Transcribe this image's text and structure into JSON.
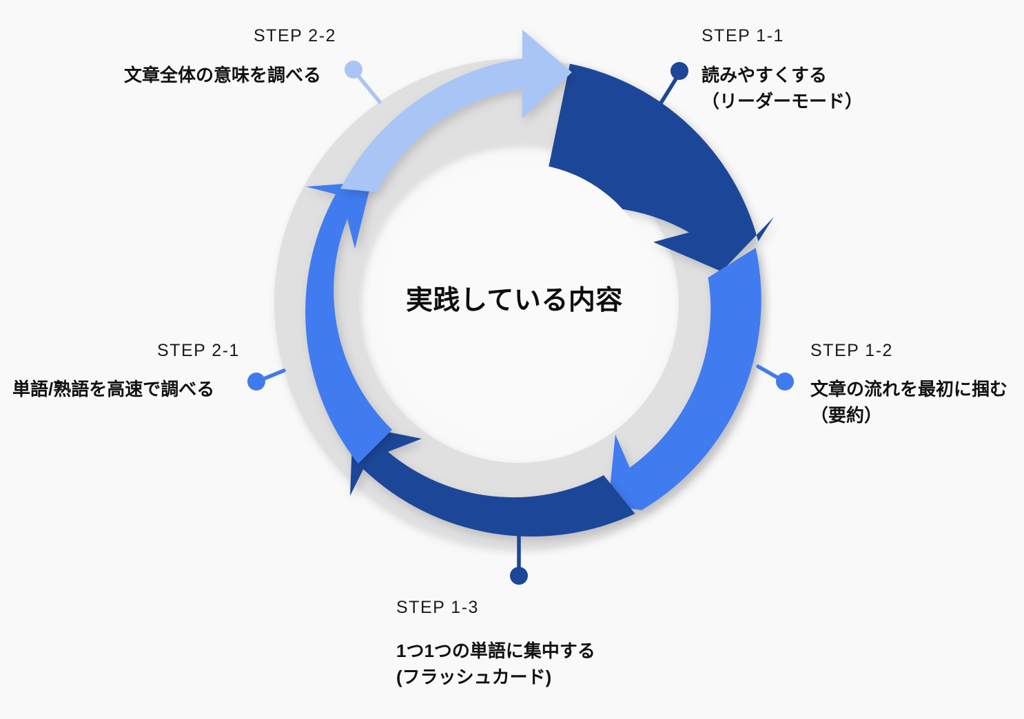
{
  "diagram": {
    "center_label": "実践している内容",
    "background_color": "#f9f9f9",
    "ring_track_color": "#e0e0e0",
    "colors": {
      "dark_blue": "#1b4699",
      "medium_blue": "#3f7bef",
      "light_blue": "#a9c5f5"
    },
    "steps": [
      {
        "id": "step-1-1",
        "title": "STEP  1-1",
        "desc_line1": "読みやすくする",
        "desc_line2": "（リーダーモード）",
        "color": "#1b4699",
        "marker": "connector-dot"
      },
      {
        "id": "step-1-2",
        "title": "STEP  1-2",
        "desc_line1": "文章の流れを最初に掴む",
        "desc_line2": "（要約）",
        "color": "#3f7bef",
        "marker": "connector-dot"
      },
      {
        "id": "step-1-3",
        "title": "STEP  1-3",
        "desc_line1": "1つ1つの単語に集中する",
        "desc_line2": "(フラッシュカード)",
        "color": "#1b4699",
        "marker": "connector-dot"
      },
      {
        "id": "step-2-1",
        "title": "STEP  2-1",
        "desc_line1": "単語/熟語を高速で調べる",
        "desc_line2": "",
        "color": "#3f7bef",
        "marker": "connector-dot"
      },
      {
        "id": "step-2-2",
        "title": "STEP  2-2",
        "desc_line1": "文章全体の意味を調べる",
        "desc_line2": "",
        "color": "#a9c5f5",
        "marker": "connector-dot"
      }
    ]
  },
  "chart_data": {
    "type": "pie",
    "title": "実践している内容",
    "categories": [
      "STEP  1-1",
      "STEP  1-2",
      "STEP  1-3",
      "STEP  2-1",
      "STEP  2-2"
    ],
    "values": [
      72,
      72,
      72,
      72,
      72
    ],
    "colors": [
      "#1b4699",
      "#3f7bef",
      "#1b4699",
      "#3f7bef",
      "#a9c5f5"
    ],
    "xlabel": "",
    "ylabel": "",
    "legend_position": "around-ring"
  }
}
